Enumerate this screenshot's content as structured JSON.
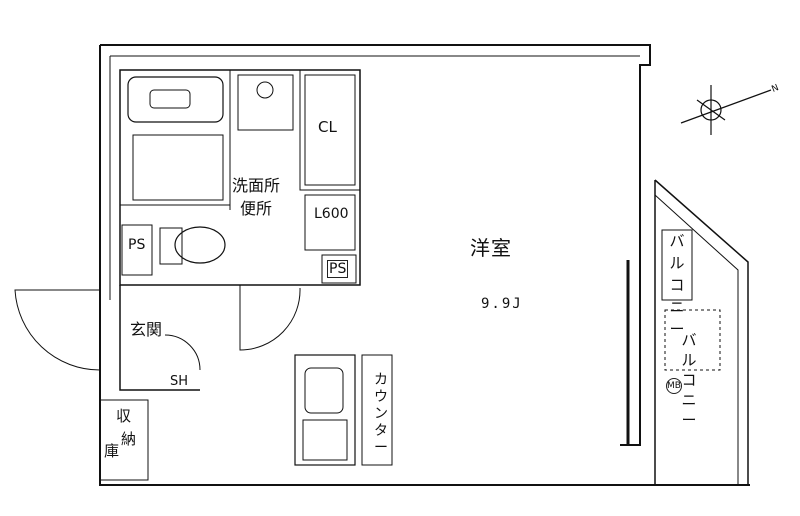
{
  "rooms": {
    "western_room": "洋室",
    "western_room_size": "9.9J",
    "washroom_line1": "洗面所",
    "washroom_line2": "便所",
    "entrance": "玄関",
    "counter": "カウンター",
    "balcony_1": "バルコニー",
    "balcony_2": "バルコニー"
  },
  "fixtures": {
    "ps_left": "PS",
    "ps_right": "PS",
    "closet": "CL",
    "fridge_space": "L600",
    "shoe_box": "SH",
    "storage_top": "収",
    "storage_mid": "納",
    "storage_bottom": "庫",
    "meter_box": "MB"
  },
  "compass": {
    "north_label": "N"
  },
  "colors": {
    "line": "#111111",
    "background": "#ffffff"
  }
}
